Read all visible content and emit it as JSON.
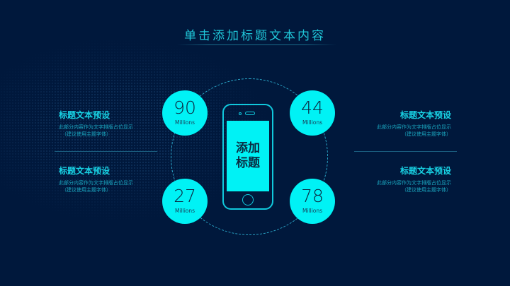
{
  "title": "单击添加标题文本内容",
  "phone": {
    "screen_text": "添加标题"
  },
  "stats": [
    {
      "value": "90",
      "unit": "Millions"
    },
    {
      "value": "44",
      "unit": "Millions"
    },
    {
      "value": "27",
      "unit": "Millions"
    },
    {
      "value": "78",
      "unit": "Millions"
    }
  ],
  "blocks": [
    {
      "heading": "标题文本预设",
      "line1": "此部分内容作为文字排版占位显示",
      "line2": "（建议使用主题字体）"
    },
    {
      "heading": "标题文本预设",
      "line1": "此部分内容作为文字排版占位显示",
      "line2": "（建议使用主题字体）"
    },
    {
      "heading": "标题文本预设",
      "line1": "此部分内容作为文字排版占位显示",
      "line2": "（建议使用主题字体）"
    },
    {
      "heading": "标题文本预设",
      "line1": "此部分内容作为文字排版占位显示",
      "line2": "（建议使用主题字体）"
    }
  ],
  "colors": {
    "background": "#00183c",
    "accent": "#00f2f5",
    "text_accent": "#18d2e4"
  }
}
